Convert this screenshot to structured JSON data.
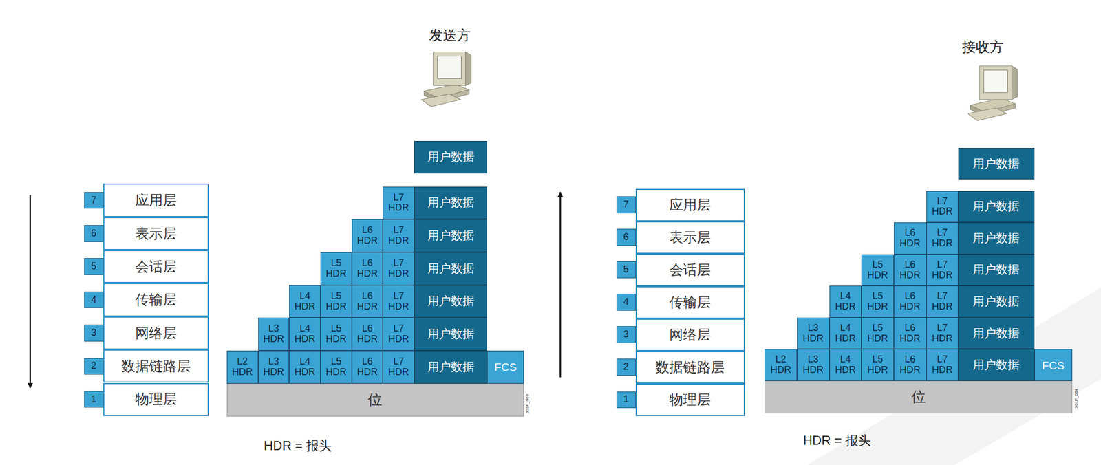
{
  "diagram": {
    "nodes": [
      {
        "text": [
          "7"
        ]
      },
      {
        "text": [
          "应用层"
        ]
      },
      {
        "text": [
          "6"
        ]
      },
      {
        "text": [
          "表示层"
        ]
      },
      {
        "text": [
          "5"
        ]
      },
      {
        "text": [
          "会话层"
        ]
      },
      {
        "text": [
          "4"
        ]
      },
      {
        "text": [
          "传输层"
        ]
      },
      {
        "text": [
          "3"
        ]
      },
      {
        "text": [
          "网络层"
        ]
      },
      {
        "text": [
          "2"
        ]
      },
      {
        "text": [
          "数据链路层"
        ]
      },
      {
        "text": [
          "1"
        ]
      },
      {
        "text": [
          "物理层"
        ]
      },
      {
        "text": [
          "用户数据"
        ]
      },
      {
        "text": [
          "L7 HDR"
        ]
      },
      {
        "text": [
          "用户数据"
        ]
      },
      {
        "text": [
          "L6 HDR"
        ]
      },
      {
        "text": [
          "L7 HDR"
        ]
      },
      {
        "text": [
          "用户数据"
        ]
      },
      {
        "text": [
          "L5 HDR"
        ]
      },
      {
        "text": [
          "L6 HDR"
        ]
      },
      {
        "text": [
          "L7 HDR"
        ]
      },
      {
        "text": [
          "用户数据"
        ]
      },
      {
        "text": [
          "L4 HDR"
        ]
      },
      {
        "text": [
          "L5 HDR"
        ]
      },
      {
        "text": [
          "L6 HDR"
        ]
      },
      {
        "text": [
          "L7 HDR"
        ]
      },
      {
        "text": [
          "用户数据"
        ]
      },
      {
        "text": [
          "L3 HDR"
        ]
      },
      {
        "text": [
          "L4 HDR"
        ]
      },
      {
        "text": [
          "L5 HDR"
        ]
      },
      {
        "text": [
          "L6 HDR"
        ]
      },
      {
        "text": [
          "L7 HDR"
        ]
      },
      {
        "text": [
          "用户数据"
        ]
      },
      {
        "text": [
          "L2 HDR"
        ]
      },
      {
        "text": [
          "L3 HDR"
        ]
      },
      {
        "text": [
          "L4 HDR"
        ]
      },
      {
        "text": [
          "L5 HDR"
        ]
      },
      {
        "text": [
          "L6 HDR"
        ]
      },
      {
        "text": [
          "L7 HDR"
        ]
      },
      {
        "text": [
          "用户数据"
        ]
      },
      {
        "text": [
          "FCS"
        ]
      },
      {
        "text": [
          "位"
        ]
      },
      {
        "text": [
          "7"
        ]
      },
      {
        "text": [
          "应用层"
        ]
      },
      {
        "text": [
          "6"
        ]
      },
      {
        "text": [
          "表示层"
        ]
      },
      {
        "text": [
          "5"
        ]
      },
      {
        "text": [
          "会话层"
        ]
      },
      {
        "text": [
          "4"
        ]
      },
      {
        "text": [
          "传输层"
        ]
      },
      {
        "text": [
          "3"
        ]
      },
      {
        "text": [
          "网络层"
        ]
      },
      {
        "text": [
          "2"
        ]
      },
      {
        "text": [
          "数据链路层"
        ]
      },
      {
        "text": [
          "1"
        ]
      },
      {
        "text": [
          "物理层"
        ]
      },
      {
        "text": [
          "用户数据"
        ]
      },
      {
        "text": [
          "L7 HDR"
        ]
      },
      {
        "text": [
          "用户数据"
        ]
      },
      {
        "text": [
          "L6 HDR"
        ]
      },
      {
        "text": [
          "L7 HDR"
        ]
      },
      {
        "text": [
          "用户数据"
        ]
      },
      {
        "text": [
          "L5 HDR"
        ]
      },
      {
        "text": [
          "L6 HDR"
        ]
      },
      {
        "text": [
          "L7 HDR"
        ]
      },
      {
        "text": [
          "用户数据"
        ]
      },
      {
        "text": [
          "L4 HDR"
        ]
      },
      {
        "text": [
          "L5 HDR"
        ]
      },
      {
        "text": [
          "L6 HDR"
        ]
      },
      {
        "text": [
          "L7 HDR"
        ]
      },
      {
        "text": [
          "用户数据"
        ]
      },
      {
        "text": [
          "L3 HDR"
        ]
      },
      {
        "text": [
          "L4 HDR"
        ]
      },
      {
        "text": [
          "L5 HDR"
        ]
      },
      {
        "text": [
          "L6 HDR"
        ]
      },
      {
        "text": [
          "L7 HDR"
        ]
      },
      {
        "text": [
          "用户数据"
        ]
      },
      {
        "text": [
          "L2 HDR"
        ]
      },
      {
        "text": [
          "L3 HDR"
        ]
      },
      {
        "text": [
          "L4 HDR"
        ]
      },
      {
        "text": [
          "L5 HDR"
        ]
      },
      {
        "text": [
          "L6 HDR"
        ]
      },
      {
        "text": [
          "L7 HDR"
        ]
      },
      {
        "text": [
          "用户数据"
        ]
      },
      {
        "text": [
          "FCS"
        ]
      },
      {
        "text": [
          "位"
        ]
      }
    ],
    "labels": [
      "发送方",
      "HDR = 报头",
      "301P_063",
      "接收方",
      "HDR = 报头",
      "301P_064"
    ]
  }
}
